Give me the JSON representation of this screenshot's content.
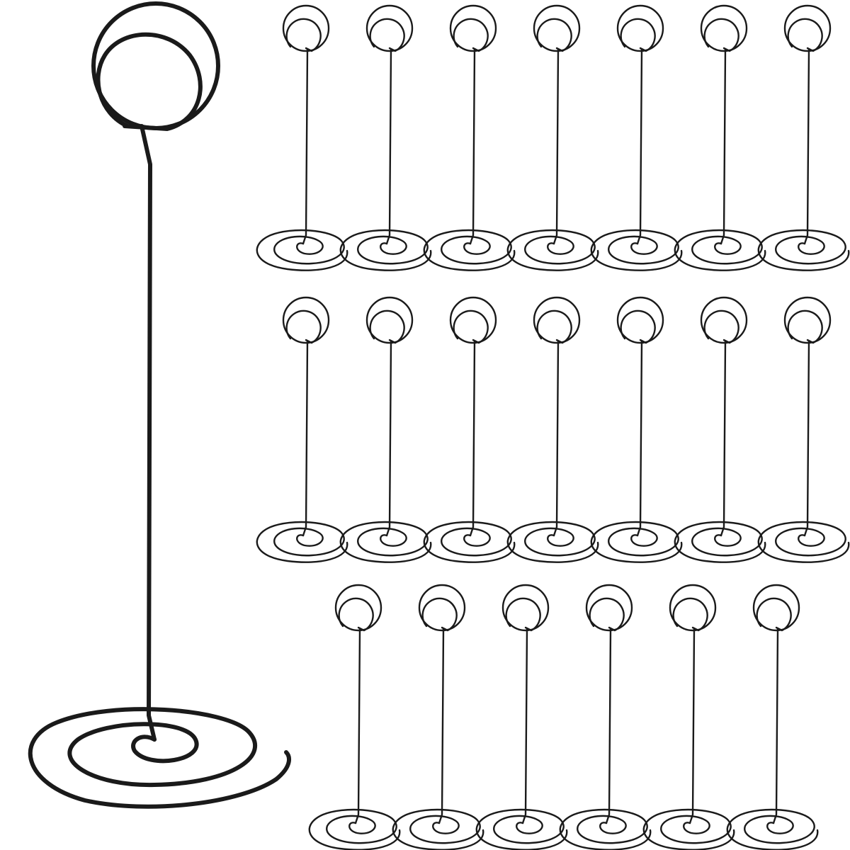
{
  "image": {
    "subject": "place-card-holders",
    "wire_color": "#1a1a1a",
    "background_color": "#ffffff",
    "small_holder_rows": [
      7,
      7,
      6
    ]
  }
}
